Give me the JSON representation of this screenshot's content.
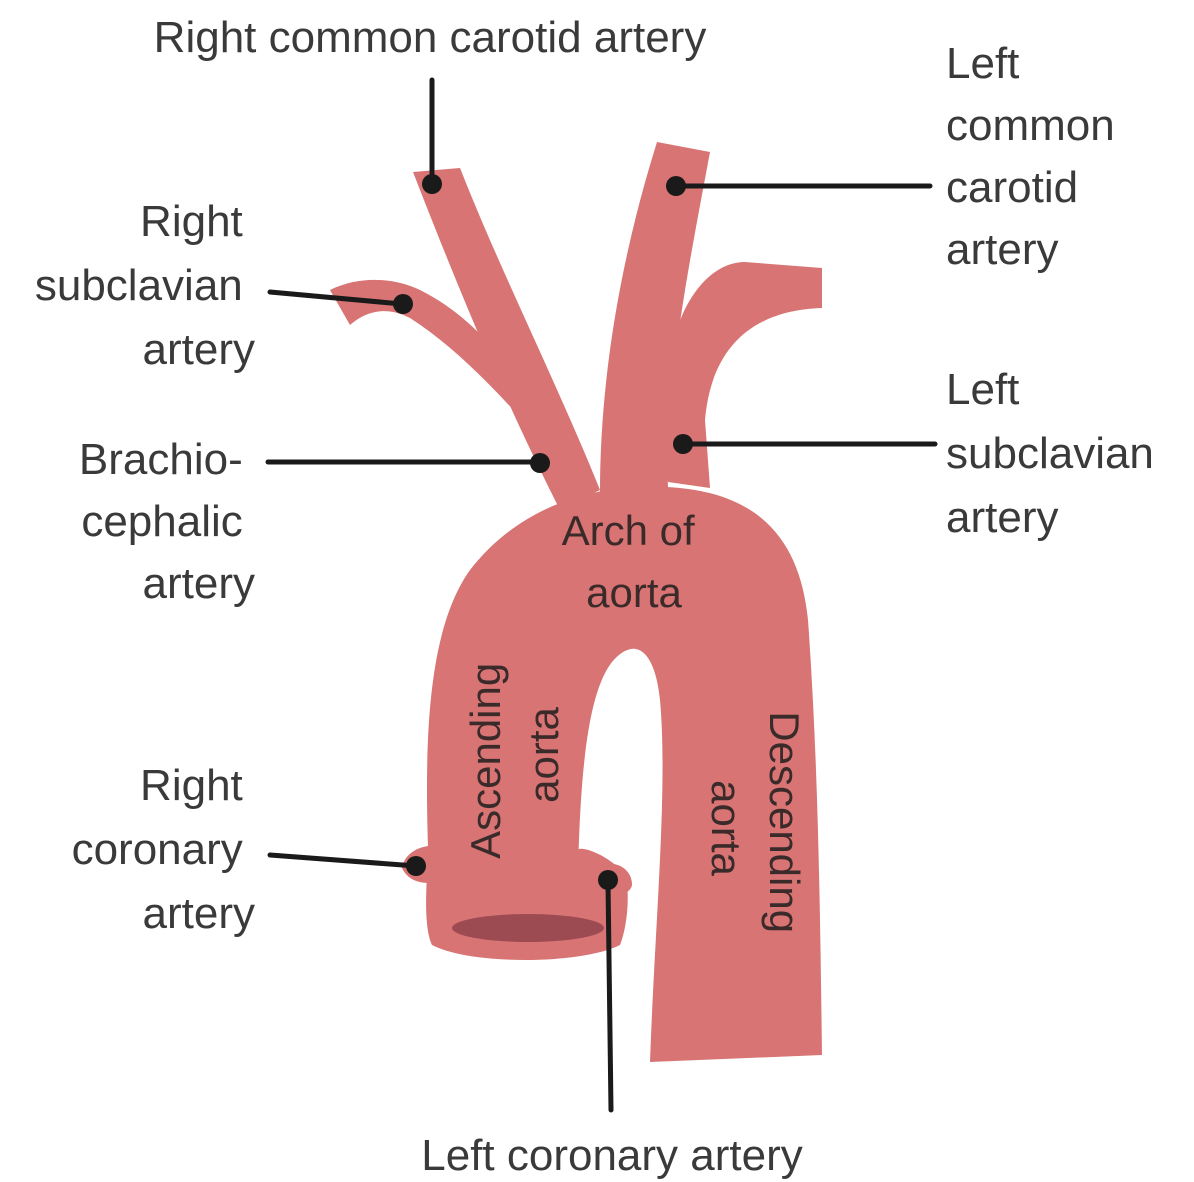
{
  "colors": {
    "vessel": "#d87474",
    "vessel_lumen": "#9c4b52",
    "leader": "#1a1a1a",
    "text": "#3a3a3a"
  },
  "labels": {
    "right_common_carotid": [
      "Right common carotid artery"
    ],
    "left_common_carotid": [
      "Left",
      "common",
      "carotid",
      "artery"
    ],
    "right_subclavian": [
      "Right",
      "subclavian",
      "artery"
    ],
    "left_subclavian": [
      "Left",
      "subclavian",
      "artery"
    ],
    "brachiocephalic": [
      "Brachio-",
      "cephalic",
      "artery"
    ],
    "right_coronary": [
      "Right",
      "coronary",
      "artery"
    ],
    "left_coronary": [
      "Left coronary artery"
    ],
    "arch_of_aorta": [
      "Arch of",
      "aorta"
    ],
    "ascending_aorta": [
      "Ascending",
      "aorta"
    ],
    "descending_aorta": [
      "Descending",
      "aorta"
    ]
  }
}
